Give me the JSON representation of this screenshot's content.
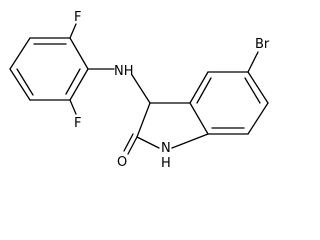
{
  "molecule": {
    "atoms": {
      "fluorine_top": "F",
      "fluorine_bottom": "F",
      "amine": "NH",
      "bromine": "Br",
      "lactam_nitrogen": "N",
      "lactam_hydrogen": "H",
      "oxygen": "O"
    }
  },
  "colors": {
    "ink": "#000000",
    "background": "#ffffff"
  }
}
